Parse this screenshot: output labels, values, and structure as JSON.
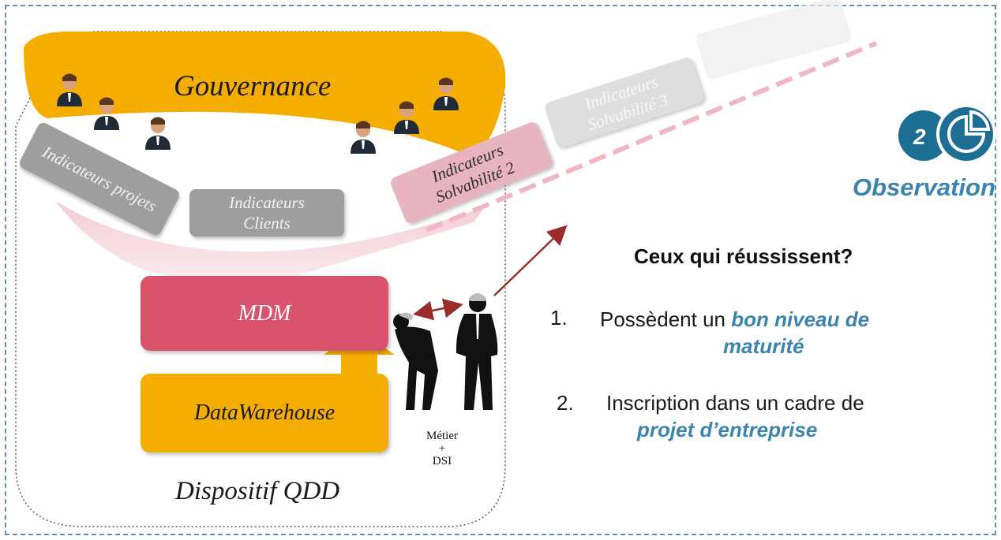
{
  "governance": {
    "title": "Gouvernance"
  },
  "indicators": {
    "projets": "Indicateurs projets",
    "clients_line1": "Indicateurs",
    "clients_line2": "Clients",
    "solv2_line1": "Indicateurs",
    "solv2_line2": "Solvabilité 2",
    "solv3_line1": "Indicateurs",
    "solv3_line2": "Solvabilité 3"
  },
  "boxes": {
    "mdm": "MDM",
    "datawarehouse": "DataWarehouse",
    "dispositif": "Dispositif QDD",
    "metier_line1": "Métier",
    "metier_line2": "+",
    "metier_line3": "DSI"
  },
  "badge": {
    "number": "2",
    "label": "Observation"
  },
  "panel": {
    "heading": "Ceux qui réussissent?",
    "items": [
      {
        "num": "1.",
        "text": "Possèdent un ",
        "emph_line1": "bon niveau de",
        "emph_line2": "maturité"
      },
      {
        "num": "2.",
        "text": "Inscription dans un cadre de",
        "emph_line1": "projet d’entreprise"
      }
    ]
  },
  "colors": {
    "governance": "#f5ad00",
    "mdm": "#d9536c",
    "datawarehouse": "#f5ad00",
    "solv2": "#e8b4c0",
    "gray_tag": "#9e9e9e",
    "accent_blue": "#3a84ad",
    "arrow": "#9b2c2c"
  }
}
